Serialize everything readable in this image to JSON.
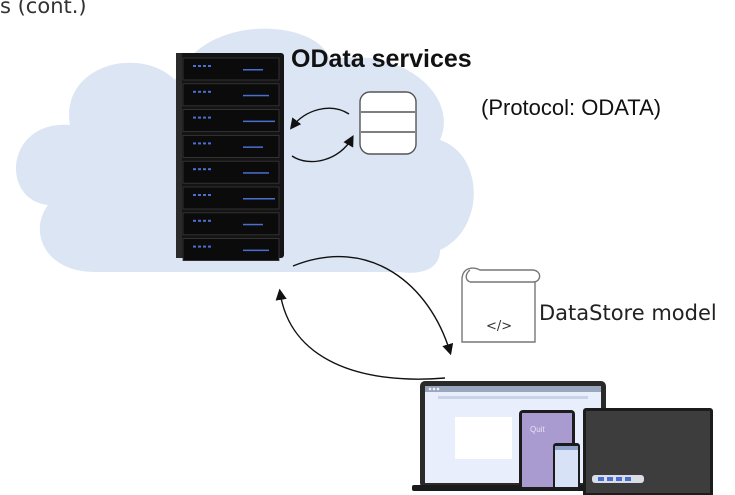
{
  "slide": {
    "title": "s (cont.)"
  },
  "server": {
    "title": "OData services",
    "protocol": "(Protocol: ODATA)"
  },
  "model": {
    "label": "DataStore model",
    "code_glyph": "</>"
  },
  "devices": {
    "tablet_text": "Quit"
  },
  "colors": {
    "cloud": "#dbe5f4",
    "rack": "#141414",
    "rack_led": "#4a6fd0",
    "tablet_screen": "#a99ad0"
  },
  "icons": [
    "cloud-icon",
    "server-rack-icon",
    "database-icon",
    "document-scroll-icon",
    "devices-icon"
  ]
}
